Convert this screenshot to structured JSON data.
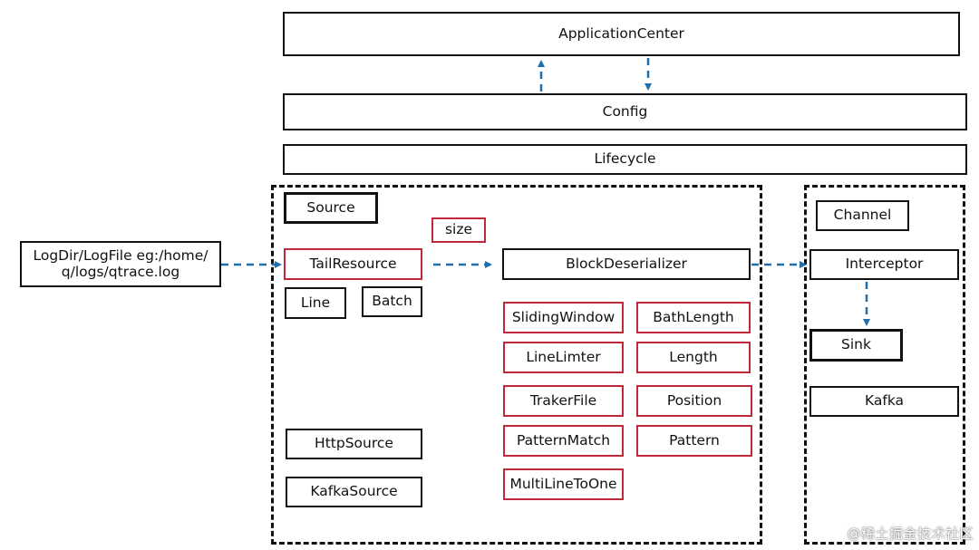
{
  "nodes": {
    "application_center": "ApplicationCenter",
    "config": "Config",
    "lifecycle": "Lifecycle",
    "source": "Source",
    "size": "size",
    "logfile_input": "LogDir/LogFile  eg:/home/\nq/logs/qtrace.log",
    "tail_resource": "TailResource",
    "block_deserializer": "BlockDeserializer",
    "line": "Line",
    "batch": "Batch",
    "http_source": "HttpSource",
    "kafka_source": "KafkaSource",
    "sliding_window": "SlidingWindow",
    "bath_length": "BathLength",
    "line_limter": "LineLimter",
    "length": "Length",
    "traker_file": "TrakerFile",
    "position": "Position",
    "pattern_match": "PatternMatch",
    "pattern": "Pattern",
    "multi_line_to_one": "MultiLineToOne",
    "channel": "Channel",
    "interceptor": "Interceptor",
    "sink": "Sink",
    "kafka": "Kafka"
  },
  "watermark": "@稀土掘金技术社区",
  "colors": {
    "box_border": "#111111",
    "highlight_border": "#c0283a",
    "arrow": "#1d6fae"
  }
}
